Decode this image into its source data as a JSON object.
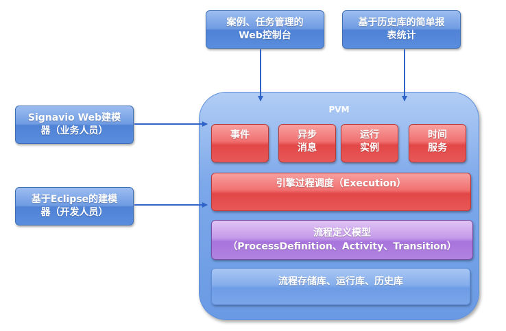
{
  "top_boxes": {
    "console": {
      "line1": "案例、任务管理的",
      "line2": "Web控制台"
    },
    "history_report": {
      "line1": "基于历史库的简单报",
      "line2": "表统计"
    }
  },
  "left_boxes": {
    "signavio": {
      "line1": "Signavio Web建模",
      "line2": "器（业务人员）"
    },
    "eclipse": {
      "line1": "基于Eclipse的建模",
      "line2": "器（开发人员）"
    }
  },
  "pvm": {
    "title": "PVM",
    "services": [
      {
        "line1": "事件",
        "line2": ""
      },
      {
        "line1": "异步",
        "line2": "消息"
      },
      {
        "line1": "运行",
        "line2": "实例"
      },
      {
        "line1": "时间",
        "line2": "服务"
      }
    ],
    "execution": "引擎过程调度（Execution）",
    "definition": {
      "line1": "流程定义模型",
      "line2": "（ProcessDefinition、Activity、Transition）"
    },
    "storage": "流程存储库、运行库、历史库"
  }
}
